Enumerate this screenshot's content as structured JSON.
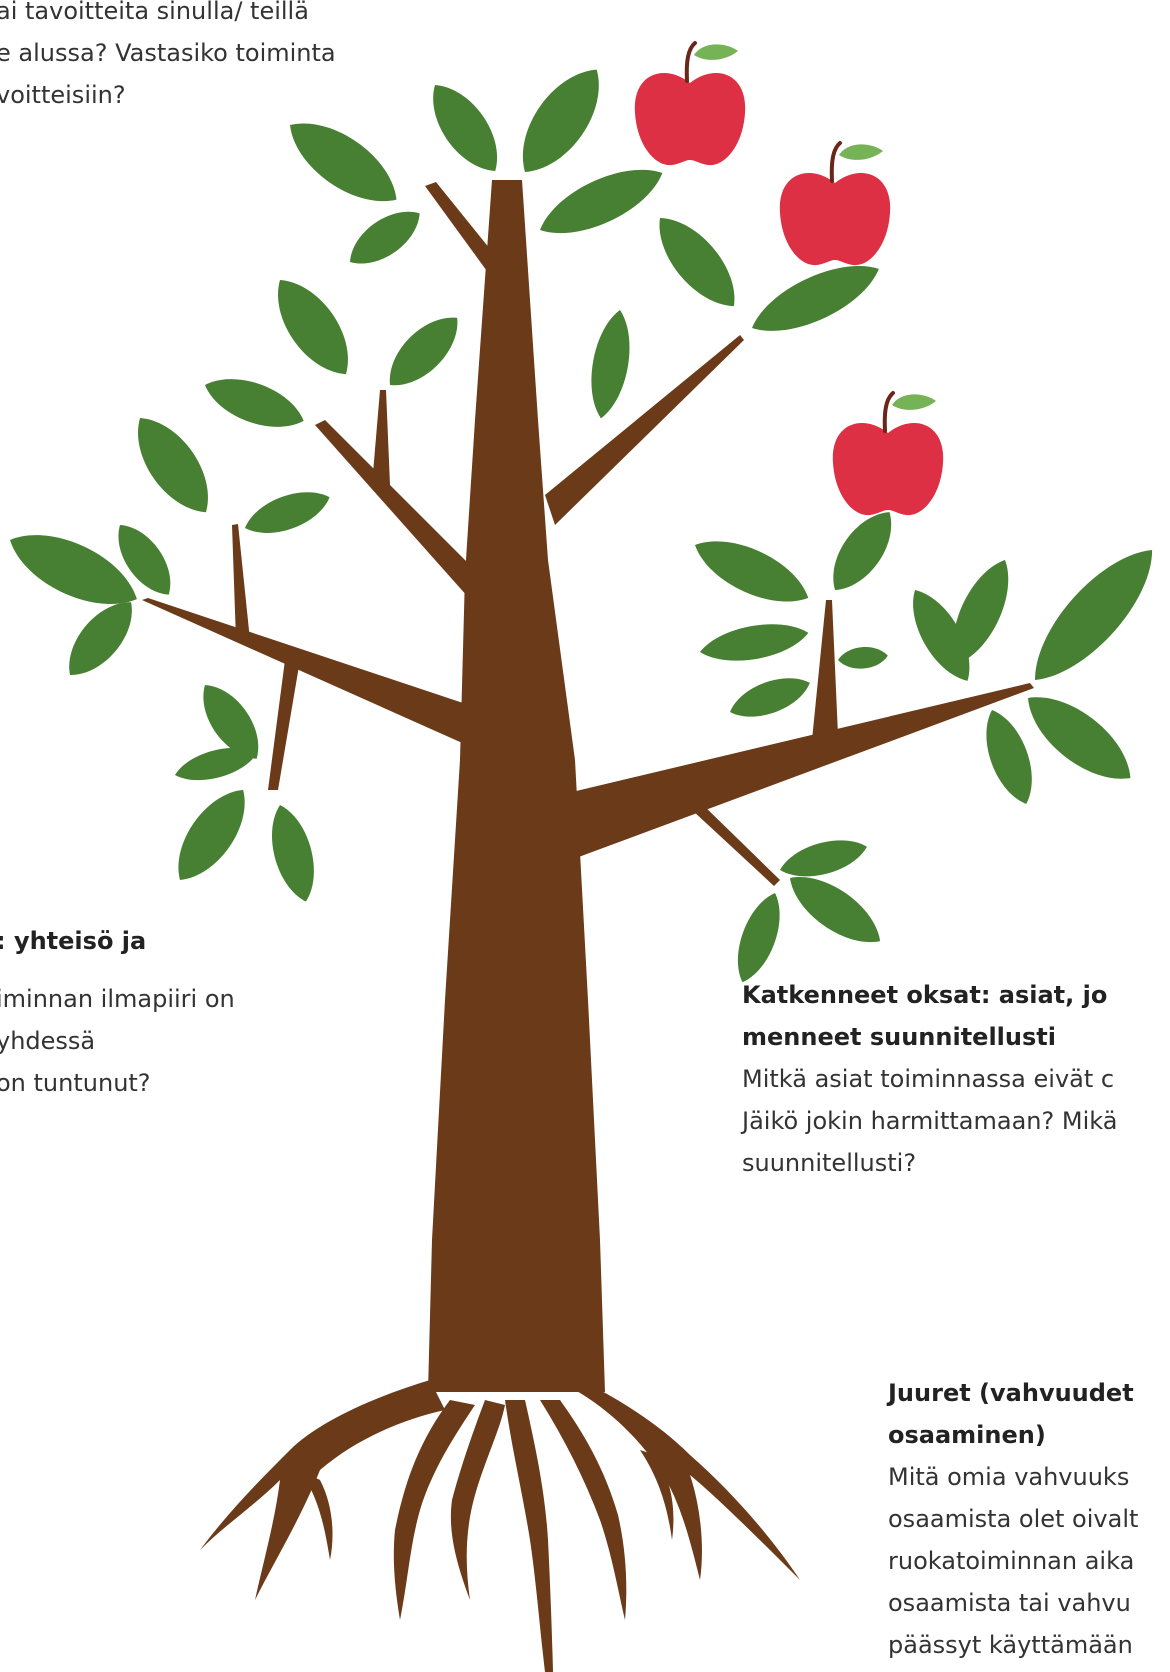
{
  "top_text": {
    "lines": [
      "ai tavoitteita sinulla/ teillä",
      "e alussa? Vastasiko toiminta",
      "voitteisiin?"
    ]
  },
  "left_text": {
    "heading": ": yhteisö ja",
    "lines": [
      "iminnan ilmapiiri on",
      "yhdessä",
      "on tuntunut?"
    ]
  },
  "right_text": {
    "heading_lines": [
      "Katkenneet oksat: asiat, jo",
      "menneet suunnitellusti"
    ],
    "lines": [
      "Mitkä asiat toiminnassa eivät c",
      "Jäikö jokin harmittamaan? Mikä",
      "suunnitellusti?"
    ]
  },
  "bottom_text": {
    "heading_lines": [
      "Juuret (vahvuudet",
      "osaaminen)"
    ],
    "lines": [
      "Mitä omia vahvuuks",
      "osaamista olet oivalt",
      "ruokatoiminnan aika",
      "osaamista tai vahvu",
      "päässyt käyttämään"
    ]
  },
  "colors": {
    "trunk": "#6a3a19",
    "leaf": "#477f33",
    "apple": "#dd3045",
    "apple_leaf": "#76b356"
  }
}
